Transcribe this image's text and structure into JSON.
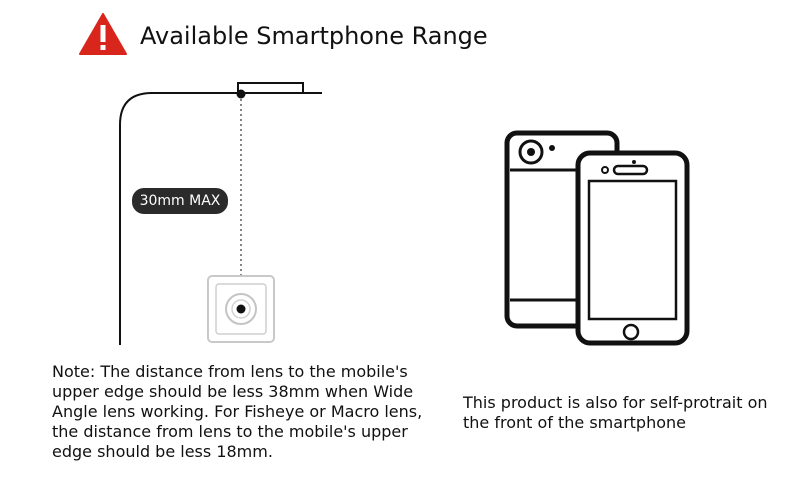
{
  "title": "Available Smartphone Range",
  "icons": {
    "warning": "warning-triangle-icon",
    "lens": "lens-icon",
    "phone_back": "phone-back-icon",
    "phone_front": "phone-front-icon"
  },
  "colors": {
    "warning_red": "#d9261c",
    "label_bg": "#2b2b2b"
  },
  "diagram": {
    "max_label": "30mm MAX"
  },
  "note": "Note: The distance from lens to the mobile's upper edge should be less 38mm when Wide Angle lens working.  For Fisheye or Macro lens, the distance from lens to the mobile's upper edge should be less 18mm.",
  "front_note": "This product is also for self-protrait on the front of the smartphone"
}
